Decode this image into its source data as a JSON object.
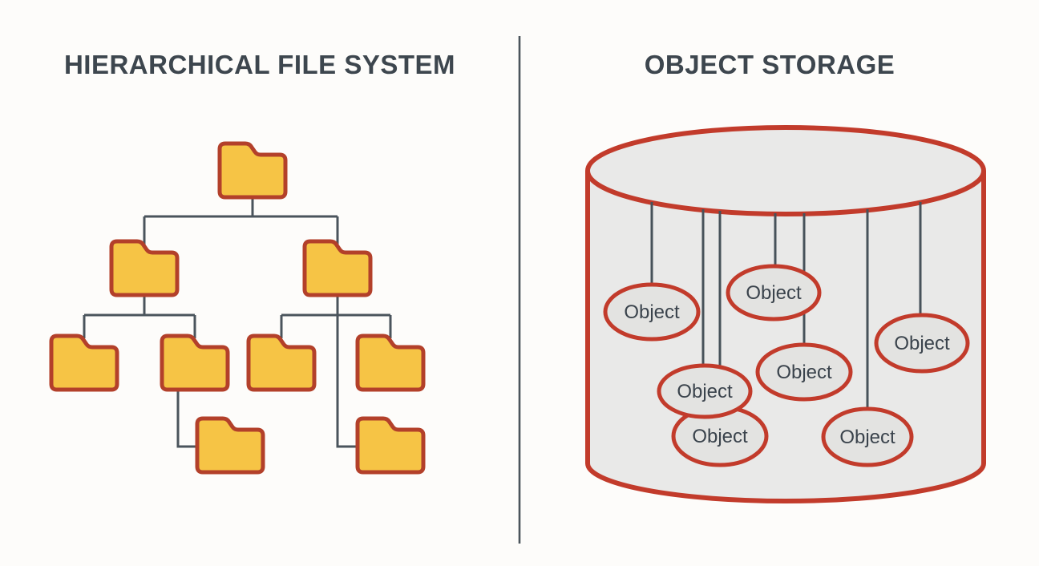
{
  "titles": {
    "left": "HIERARCHICAL FILE SYSTEM",
    "right": "OBJECT STORAGE"
  },
  "right_panel": {
    "objects": [
      "Object",
      "Object",
      "Object",
      "Object",
      "Object",
      "Object",
      "Object"
    ]
  },
  "colors": {
    "background": "#fdfcfa",
    "title_text": "#3d464e",
    "divider": "#4b555c",
    "tree_connector": "#4a545c",
    "folder_fill": "#f6c445",
    "folder_border": "#b3402a",
    "cylinder_fill": "#e9e9e8",
    "cylinder_border": "#c23b2b",
    "object_fill": "#e3e3e1",
    "object_border": "#c23b2b",
    "object_text": "#3a434c"
  }
}
